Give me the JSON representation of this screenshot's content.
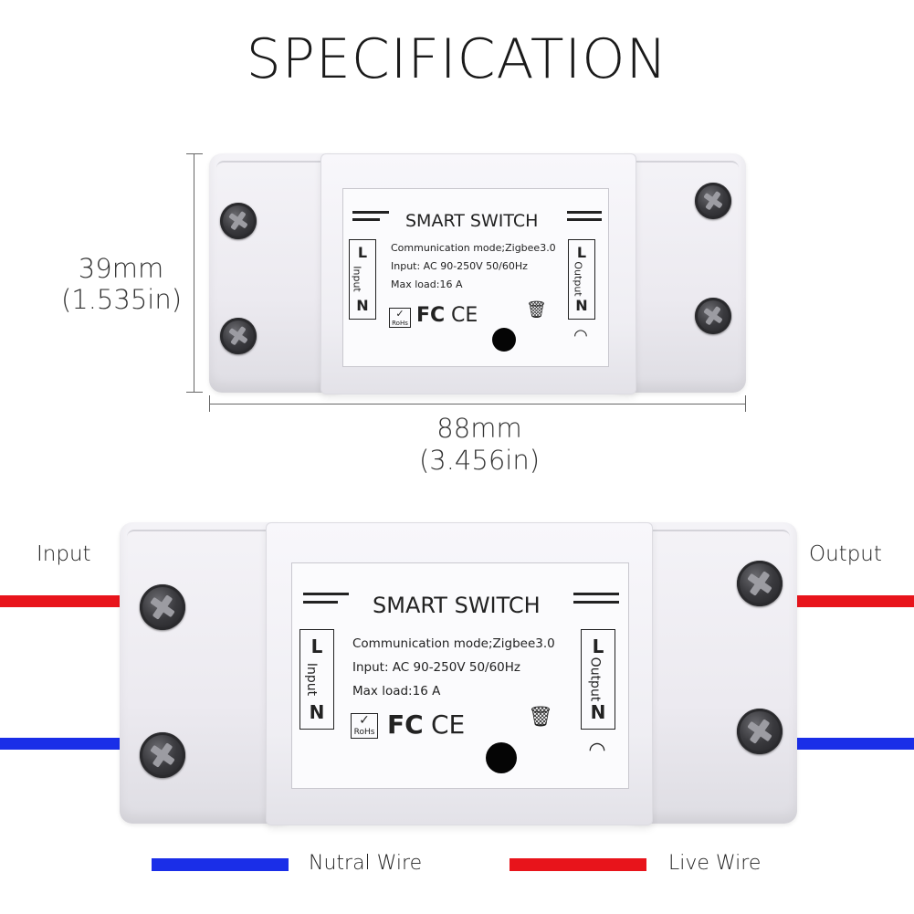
{
  "title": "SPECIFICATION",
  "dimensions": {
    "height_mm": "39mm",
    "height_in": "(1.535in)",
    "width_mm": "88mm",
    "width_in": "(3.456in)"
  },
  "device_label": {
    "title": "SMART SWITCH",
    "communication": "Communication mode;Zigbee3.0",
    "input": "Input: AC 90-250V 50/60Hz",
    "max_load": "Max load:16 A",
    "left_box": {
      "top": "L",
      "text": "Input",
      "bottom": "N"
    },
    "right_box": {
      "top": "L",
      "text": "Output",
      "bottom": "N"
    },
    "rohs": "RoHs",
    "fc": "FC",
    "ce": "CE",
    "weee_icon": "crossed-out-bin-icon",
    "wifi_icon": "wifi-icon"
  },
  "wiring": {
    "input_label": "Input",
    "output_label": "Output",
    "live_color": "#e8141b",
    "neutral_color": "#1a2ee8"
  },
  "legend": {
    "neutral": "Nutral Wire",
    "live": "Live Wire"
  }
}
